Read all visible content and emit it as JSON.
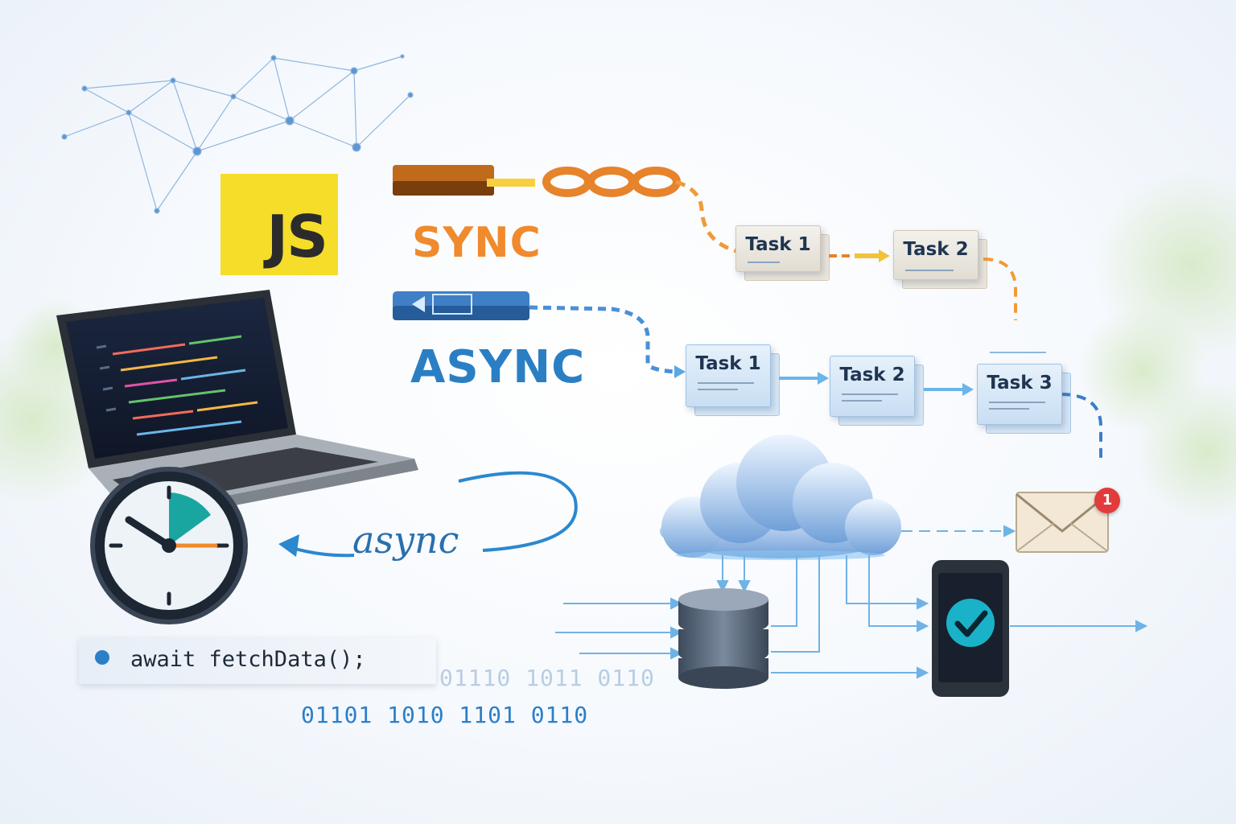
{
  "logo": {
    "text": "JS"
  },
  "labels": {
    "sync": "SYNC",
    "async": "ASYNC",
    "async_script": "async"
  },
  "sync_tasks": [
    {
      "label": "Task 1"
    },
    {
      "label": "Task 2"
    }
  ],
  "async_tasks": [
    {
      "label": "Task 1"
    },
    {
      "label": "Task 2"
    },
    {
      "label": "Task 3"
    }
  ],
  "code": {
    "line": "await fetchData();"
  },
  "binary": {
    "faded": "01110  1011 0110",
    "main": "01101  1010  1101 0110"
  },
  "notification": {
    "count": "1"
  },
  "colors": {
    "js_yellow": "#f5dd2a",
    "sync_orange": "#f08a2c",
    "async_blue": "#2a7fc4",
    "badge_red": "#e23b3b"
  },
  "icons": [
    "network-mesh-icon",
    "laptop-icon",
    "clock-icon",
    "cloud-icon",
    "database-icon",
    "phone-check-icon",
    "mail-icon",
    "chain-icon",
    "cable-icon"
  ]
}
